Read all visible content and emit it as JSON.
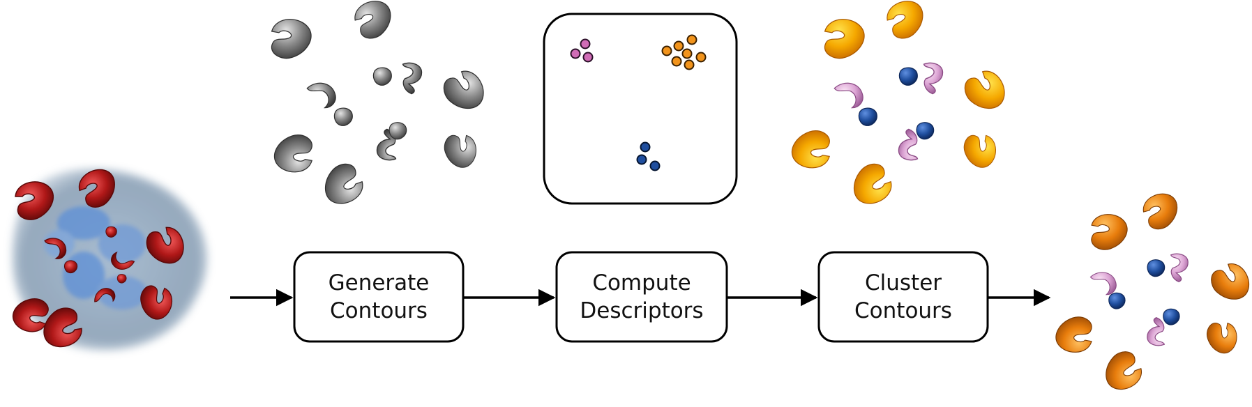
{
  "steps": [
    {
      "line1": "Generate",
      "line2": "Contours"
    },
    {
      "line1": "Compute",
      "line2": "Descriptors"
    },
    {
      "line1": "Cluster",
      "line2": "Contours"
    }
  ],
  "colors": {
    "input_red": "#b01818",
    "input_blue": "#6f9ad6",
    "contour_gray": "#8a8a8a",
    "cluster_pink": "#d090c8",
    "cluster_orange": "#f2941c",
    "cluster_blue": "#1f4e9e",
    "cluster_yellow_orange": "#f5a800",
    "output_orange": "#e87d0c",
    "box_stroke": "#000000"
  },
  "icons": [
    "input-density-map-icon",
    "gray-contours-icon",
    "descriptor-space-scatter-icon",
    "colored-contours-icon",
    "output-clustered-contours-icon"
  ]
}
